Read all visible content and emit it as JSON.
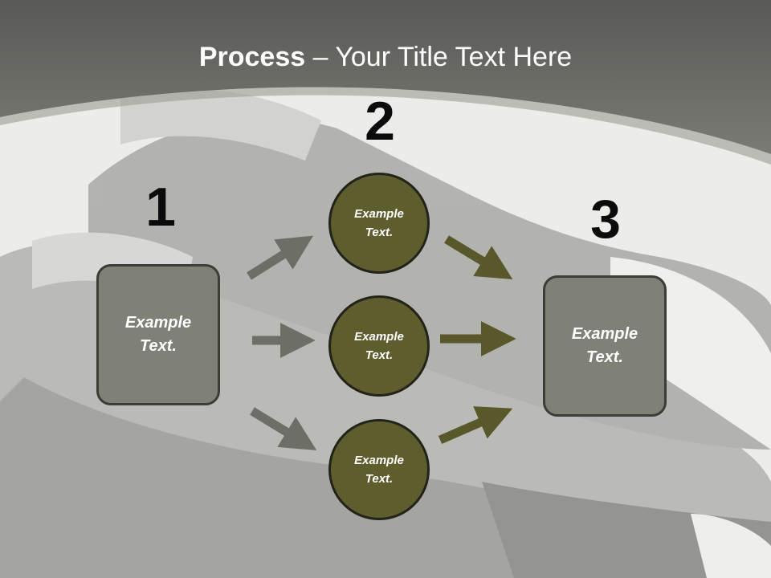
{
  "slide": {
    "title_bold": "Process",
    "title_rest": " – Your Title Text Here"
  },
  "steps": {
    "step1": {
      "number": "1",
      "text": "Example Text."
    },
    "step2": {
      "number": "2",
      "circles": [
        {
          "text": "Example Text."
        },
        {
          "text": "Example Text."
        },
        {
          "text": "Example Text."
        }
      ]
    },
    "step3": {
      "number": "3",
      "text": "Example Text."
    }
  },
  "colors": {
    "header_band": "#6b6c66",
    "box_fill": "#7f8076",
    "circle_fill": "#5d5d2e",
    "arrow_gray": "#6d6e65",
    "arrow_olive": "#58582b",
    "number_color": "#0b0b0b"
  }
}
